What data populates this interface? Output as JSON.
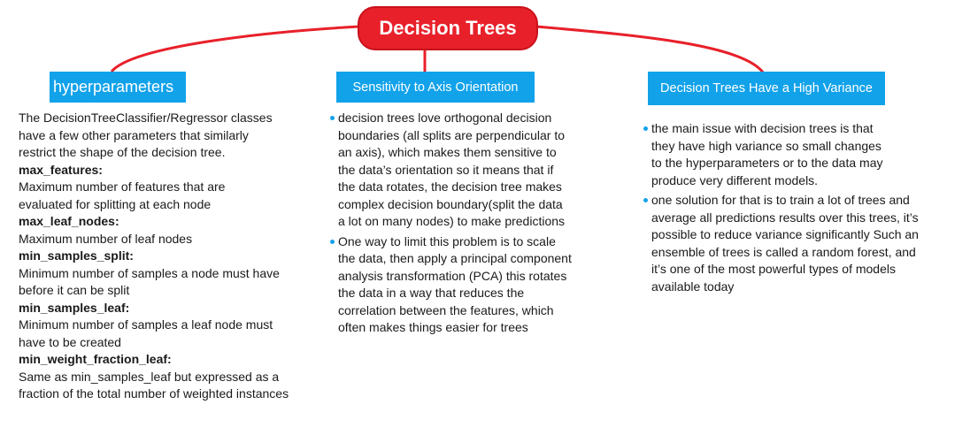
{
  "title": "Decision Trees",
  "colors": {
    "root": "#e8202a",
    "branch": "#12a2ea",
    "connector": "#e8202a",
    "bullet": "#12a2ea"
  },
  "branches": [
    {
      "label": "hyperparameters",
      "lines": [
        {
          "text": "The DecisionTreeClassifier/Regressor classes",
          "bold": false
        },
        {
          "text": "have a few other parameters that similarly",
          "bold": false
        },
        {
          "text": "restrict the shape of the decision tree.",
          "bold": false
        },
        {
          "text": "max_features:",
          "bold": true
        },
        {
          "text": "Maximum number of features that are",
          "bold": false
        },
        {
          "text": "evaluated for splitting at each node",
          "bold": false
        },
        {
          "text": "max_leaf_nodes:",
          "bold": true
        },
        {
          "text": "Maximum number of leaf nodes",
          "bold": false
        },
        {
          "text": "min_samples_split:",
          "bold": true
        },
        {
          "text": "Minimum number of samples a node must have",
          "bold": false
        },
        {
          "text": "before it can be split",
          "bold": false
        },
        {
          "text": "min_samples_leaf:",
          "bold": true
        },
        {
          "text": "Minimum number of samples a leaf node must",
          "bold": false
        },
        {
          "text": "have to be created",
          "bold": false
        },
        {
          "text": "min_weight_fraction_leaf:",
          "bold": true
        },
        {
          "text": "Same as min_samples_leaf but expressed as a",
          "bold": false
        },
        {
          "text": "fraction of the total number of weighted instances",
          "bold": false
        }
      ]
    },
    {
      "label": "Sensitivity to Axis Orientation",
      "bullets": [
        [
          "decision trees love orthogonal decision",
          "boundaries (all splits are perpendicular to",
          "an axis), which makes them sensitive to",
          "the data’s orientation so it means that if",
          "the data rotates, the decision tree makes",
          "complex decision boundary(split the data",
          "a lot on many nodes) to make predictions"
        ],
        [
          "One way to limit this problem is to scale",
          "the data, then apply a principal component",
          "analysis transformation (PCA) this rotates",
          "the data in a way that reduces the",
          "correlation between the features, which",
          "often makes things easier for trees"
        ]
      ]
    },
    {
      "label": "Decision Trees Have a High Variance",
      "bullets": [
        [
          "the main issue with decision trees is that",
          "they have high variance so small changes",
          "to the hyperparameters or to the data may",
          "produce very different models."
        ],
        [
          "one solution for that is to train a lot of trees and",
          "average all predictions results over this trees, it’s",
          "possible to reduce variance significantly Such an",
          "ensemble of trees is called a random forest, and",
          "it’s one of the most powerful types of models",
          "available today"
        ]
      ]
    }
  ]
}
